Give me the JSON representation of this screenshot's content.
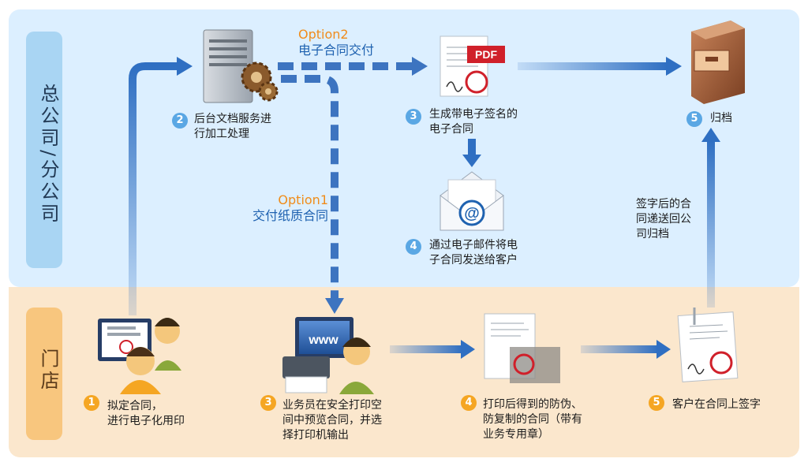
{
  "lanes": {
    "top": "总公司/分公司",
    "bottom": "门店"
  },
  "options": {
    "option2": {
      "code": "Option2",
      "text": "电子合同交付"
    },
    "option1": {
      "code": "Option1",
      "text": "交付纸质合同"
    }
  },
  "steps_top": [
    {
      "num": "2",
      "text": "后台文档服务进\n行加工处理"
    },
    {
      "num": "3",
      "text": "生成带电子签名的\n电子合同"
    },
    {
      "num": "4",
      "text": "通过电子邮件将电\n子合同发送给客户"
    },
    {
      "num": "5",
      "text": "归档"
    }
  ],
  "steps_bottom": [
    {
      "num": "1",
      "text": "拟定合同，\n进行电子化用印"
    },
    {
      "num": "3",
      "text": "业务员在安全打印空\n间中预览合同，并选\n择打印机输出"
    },
    {
      "num": "4",
      "text": "打印后得到的防伪、\n防复制的合同（带有\n业务专用章）"
    },
    {
      "num": "5",
      "text": "客户在合同上签字"
    }
  ],
  "return_note": "签字后的合\n同递送回公\n司归档",
  "pdf_badge": "PDF",
  "www_text": "www",
  "colors": {
    "top_lane": "#dcefff",
    "bottom_lane": "#fbe7cd",
    "arrow_blue": "#2f6fc2",
    "dashed_blue": "#3d74c0",
    "badge_blue": "#5aa7e4",
    "badge_orange": "#f5a623",
    "option_orange": "#f08c1a"
  }
}
